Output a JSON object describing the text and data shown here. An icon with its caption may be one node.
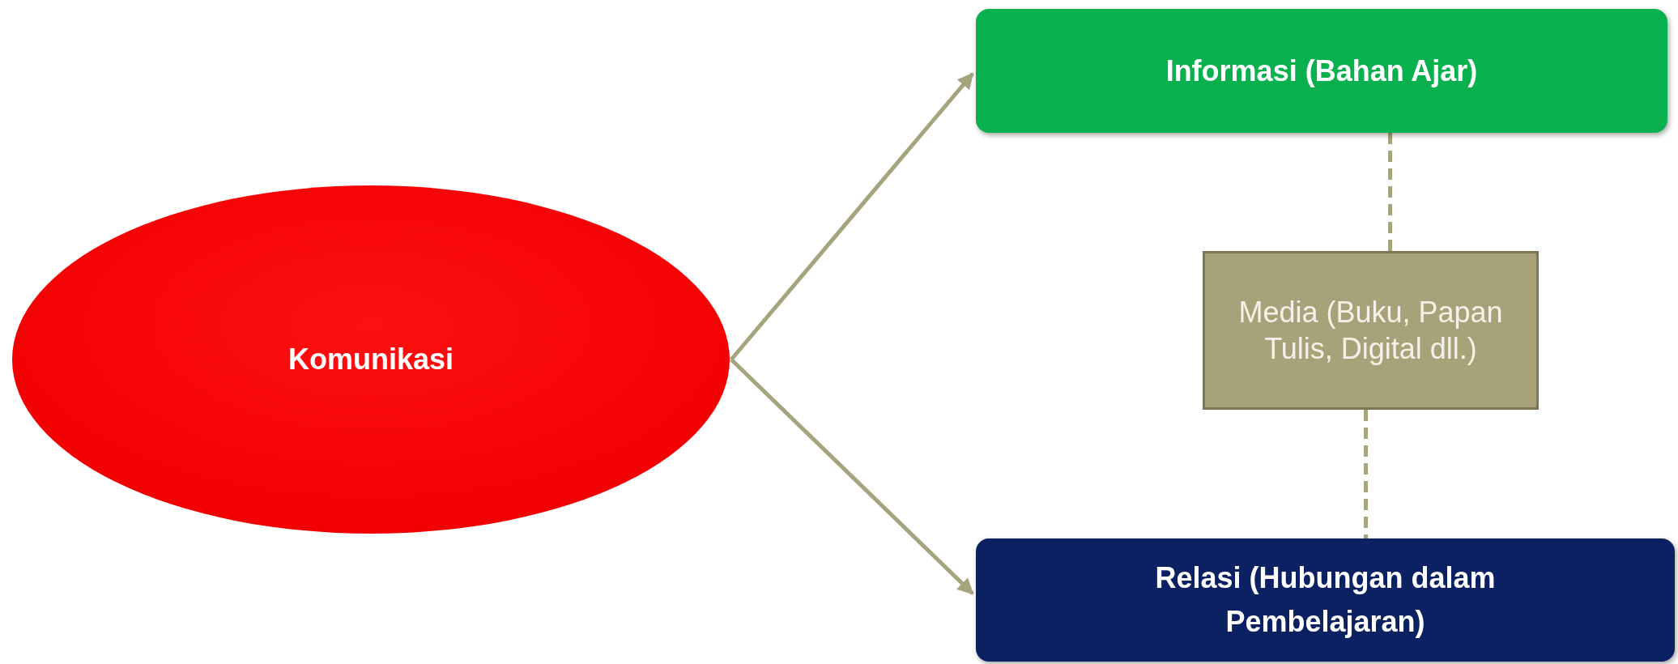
{
  "diagram": {
    "nodes": [
      {
        "text": [
          "Komunikasi"
        ]
      },
      {
        "text": [
          "Informasi (Bahan Ajar)"
        ]
      },
      {
        "text": [
          "Media (Buku, Papan Tulis, Digital dll.)"
        ]
      },
      {
        "text": [
          "Relasi (Hubungan dalam Pembelajaran)"
        ]
      }
    ],
    "edges": [
      {
        "from": 0,
        "to": 1,
        "arrow": "to"
      },
      {
        "from": 0,
        "to": 3,
        "arrow": "to"
      },
      {
        "from": 1,
        "to": 2,
        "arrow": "none",
        "style": "dashed"
      },
      {
        "from": 2,
        "to": 3,
        "arrow": "none",
        "style": "dashed"
      }
    ]
  }
}
